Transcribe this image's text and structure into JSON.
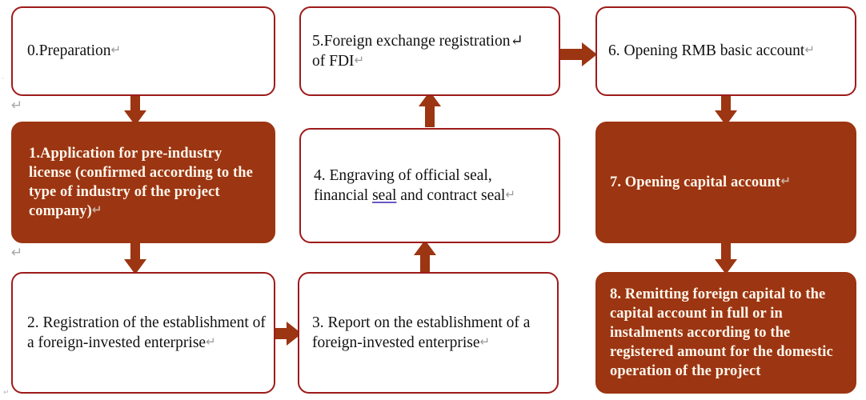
{
  "document": {
    "title": "Foreign investment enterprise setup flowchart",
    "background_color": "#ffffff"
  },
  "theme": {
    "box_outline_color": "#9E1B1B",
    "box_fill_color": "#9C3512",
    "arrow_color": "#9C3512",
    "text_color_dark": "#111111",
    "text_color_light": "#FFF7EC",
    "spellcheck_underline_color": "#6B57C4",
    "editor_mark_color": "#a8a8a8"
  },
  "nodes": [
    {
      "id": "step-0",
      "label": "0.Preparation",
      "style": "outline",
      "return_mark": "↵"
    },
    {
      "id": "step-1",
      "label": "1.Application for pre-industry license (confirmed according to the type of industry of the project company)",
      "style": "filled",
      "return_mark": "↵"
    },
    {
      "id": "step-2",
      "label": "2. Registration of the establishment of a foreign-invested enterprise",
      "style": "outline",
      "return_mark": "↵"
    },
    {
      "id": "step-3",
      "label": "3. Report on the establishment of a foreign-invested enterprise",
      "style": "outline",
      "return_mark": "↵"
    },
    {
      "id": "step-4",
      "label_part_1": "4. Engraving of official seal,\nfinancial ",
      "label_underlined": "seal",
      "label_part_2": " and contract seal",
      "style": "outline",
      "return_mark": "↵"
    },
    {
      "id": "step-5",
      "label": "5.Foreign exchange registration↵\n of FDI",
      "style": "outline",
      "return_mark": "↵"
    },
    {
      "id": "step-6",
      "label": "6.  Opening RMB basic account",
      "style": "outline",
      "return_mark": "↵"
    },
    {
      "id": "step-7",
      "label": "7. Opening capital account",
      "style": "filled",
      "return_mark": "↵"
    },
    {
      "id": "step-8",
      "label": "8. Remitting foreign capital to the capital account in full or in instalments according to the registered amount for the domestic operation of the project",
      "style": "filled",
      "return_mark": ""
    }
  ],
  "connectors": [
    {
      "id": "c-0-1",
      "from": "step-0",
      "to": "step-1",
      "direction": "down"
    },
    {
      "id": "c-1-2",
      "from": "step-1",
      "to": "step-2",
      "direction": "down"
    },
    {
      "id": "c-2-3",
      "from": "step-2",
      "to": "step-3",
      "direction": "right"
    },
    {
      "id": "c-3-4",
      "from": "step-3",
      "to": "step-4",
      "direction": "up"
    },
    {
      "id": "c-4-5",
      "from": "step-4",
      "to": "step-5",
      "direction": "up"
    },
    {
      "id": "c-5-6",
      "from": "step-5",
      "to": "step-6",
      "direction": "right"
    },
    {
      "id": "c-6-7",
      "from": "step-6",
      "to": "step-7",
      "direction": "down"
    },
    {
      "id": "c-7-8",
      "from": "step-7",
      "to": "step-8",
      "direction": "down"
    }
  ],
  "editor_marks": [
    {
      "id": "mark-left-1",
      "glyph": "↵"
    },
    {
      "id": "mark-left-2",
      "glyph": "↵"
    },
    {
      "id": "mark-left-top",
      "glyph": "·"
    },
    {
      "id": "mark-bottom-left",
      "glyph": "↵"
    }
  ]
}
